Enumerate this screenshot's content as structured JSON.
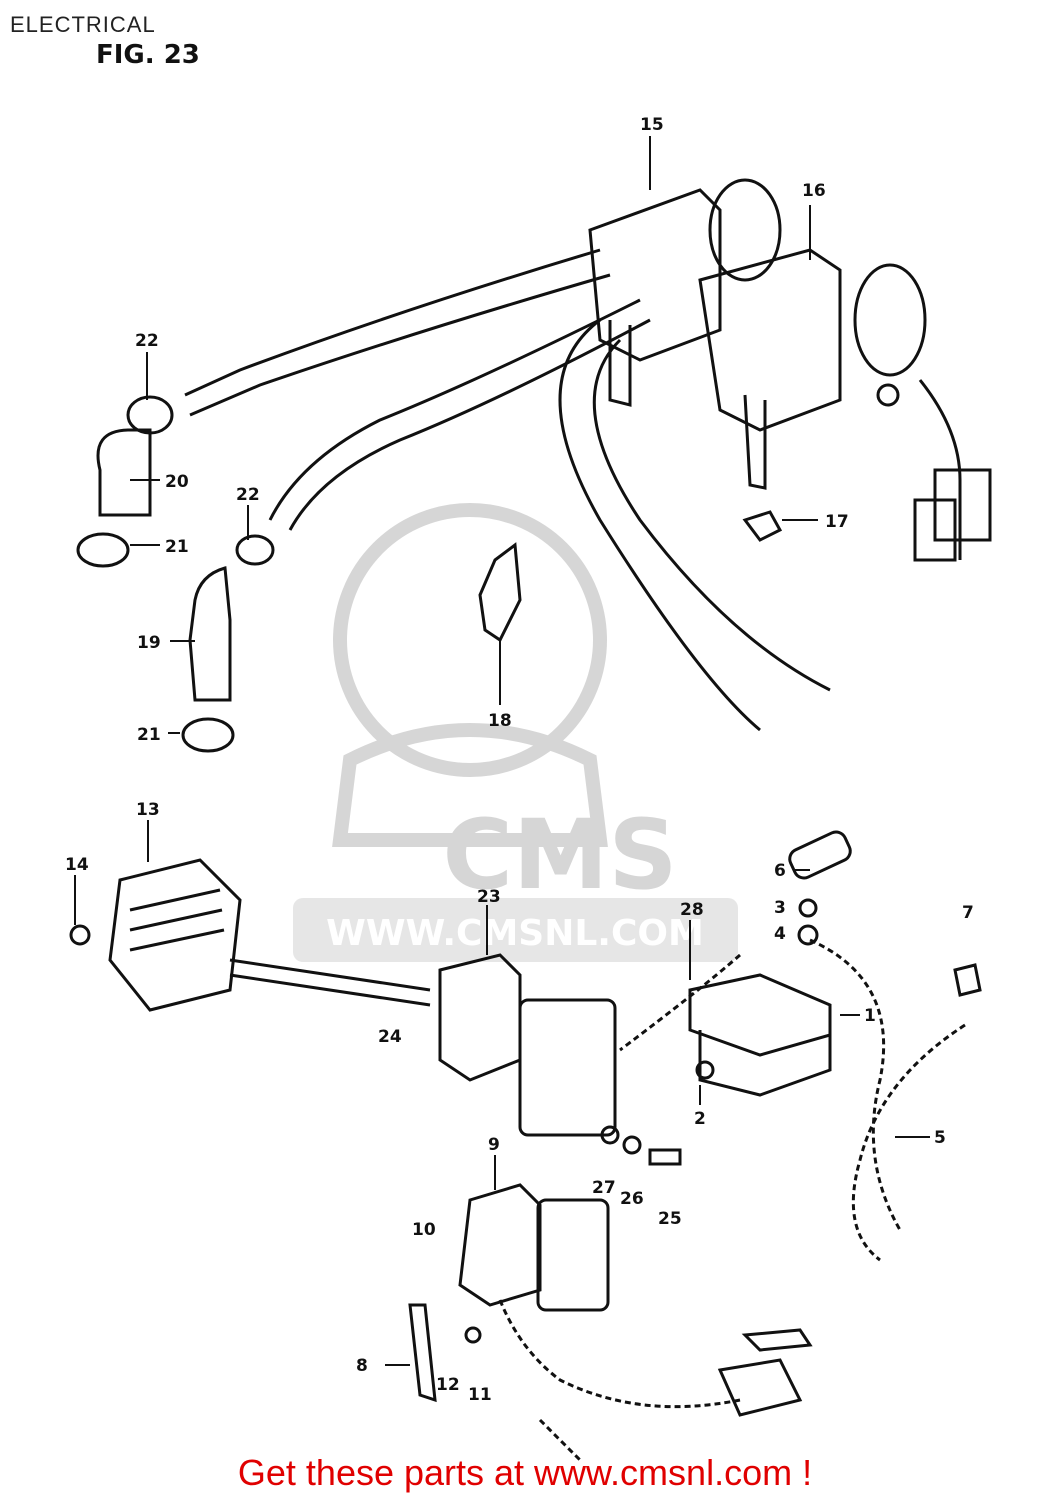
{
  "header": {
    "section_title": "ELECTRICAL",
    "figure_label": "FIG. 23"
  },
  "watermark": {
    "brand": "CMS",
    "url": "WWW.CMSNL.COM"
  },
  "footer": {
    "promo_text": "Get these parts at www.cmsnl.com !"
  },
  "callouts": [
    "15",
    "16",
    "22",
    "20",
    "21",
    "22",
    "19",
    "21",
    "17",
    "18",
    "13",
    "14",
    "23",
    "24",
    "28",
    "6",
    "3",
    "4",
    "7",
    "1",
    "2",
    "5",
    "9",
    "10",
    "27",
    "26",
    "25",
    "8",
    "12",
    "11"
  ],
  "colors": {
    "ink": "#111111",
    "promo": "#e00000",
    "watermark": "#d2d2d2"
  }
}
